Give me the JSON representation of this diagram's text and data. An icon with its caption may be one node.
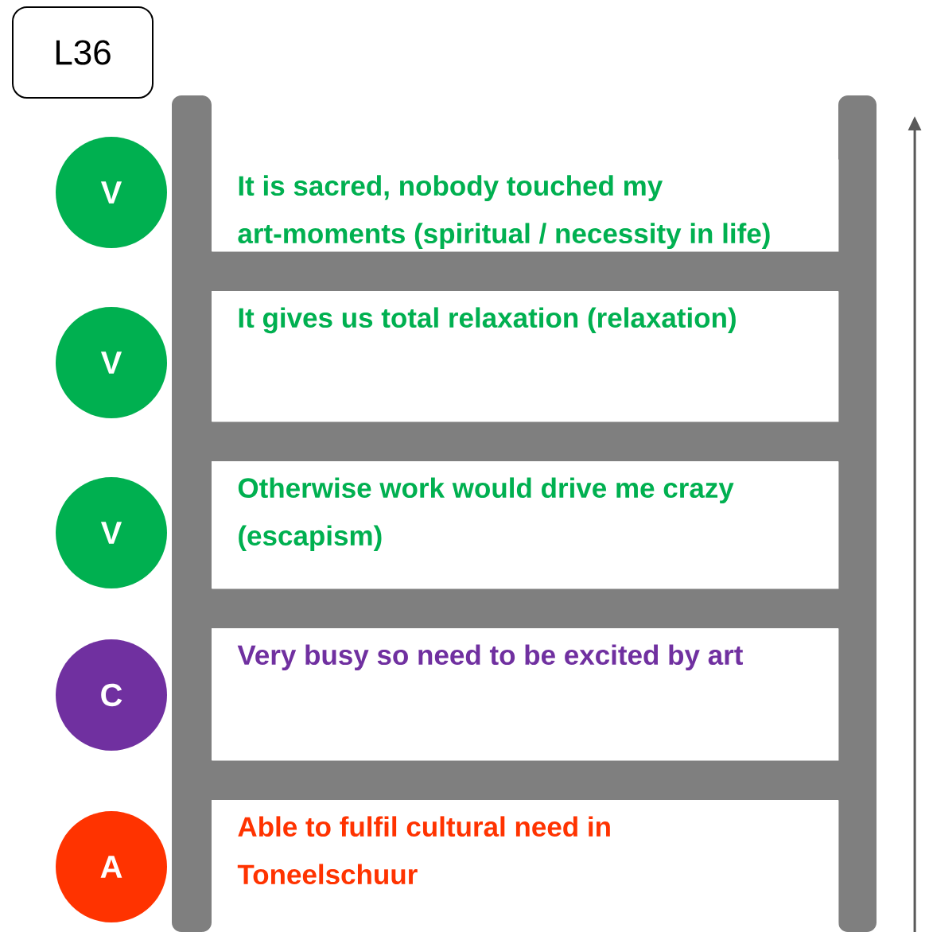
{
  "diagram": {
    "nodes": [
      {
        "text": [
          "L36"
        ]
      },
      {
        "text": [
          "V"
        ]
      },
      {
        "text": [
          "It is sacred, nobody touched my art-moments (spiritual / necessity in life)"
        ]
      },
      {
        "text": [
          "V"
        ]
      },
      {
        "text": [
          "It gives us total relaxation (relaxation)"
        ]
      },
      {
        "text": [
          "V"
        ]
      },
      {
        "text": [
          "Otherwise work would drive me crazy (escapism)"
        ]
      },
      {
        "text": [
          "C"
        ]
      },
      {
        "text": [
          "Very busy so need to be excited by art"
        ]
      },
      {
        "text": [
          "A"
        ]
      },
      {
        "text": [
          "Able to fulfil cultural need in Toneelschuur"
        ]
      }
    ]
  }
}
